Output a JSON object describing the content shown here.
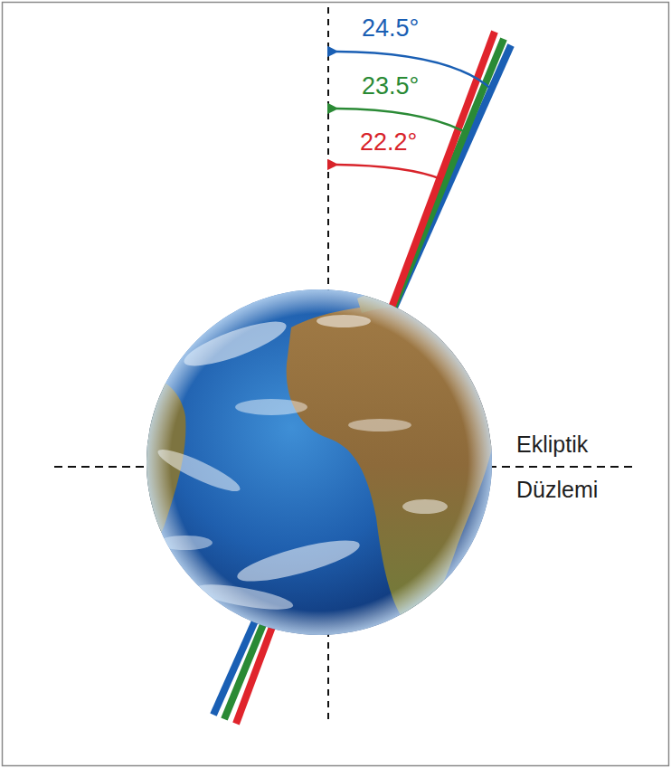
{
  "diagram": {
    "labels": [
      "24.5°",
      "23.5°",
      "22.2°",
      "Ekliptik Düzlemi"
    ]
  }
}
